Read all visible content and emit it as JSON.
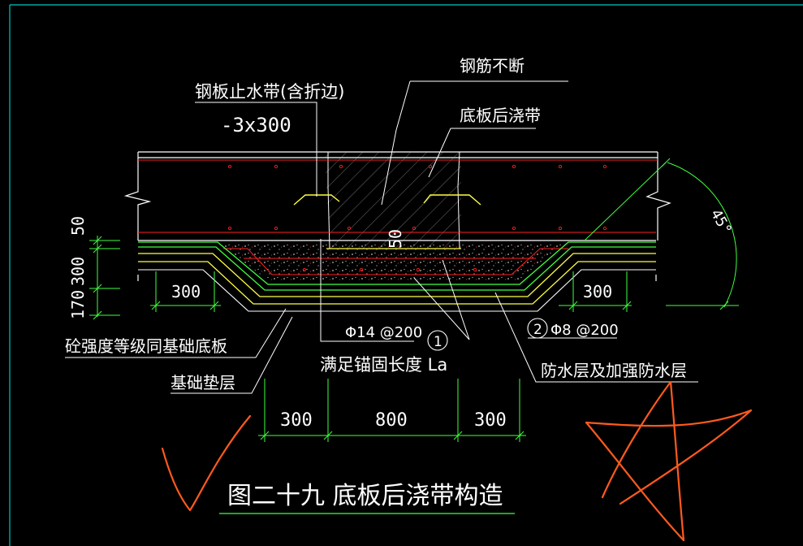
{
  "labels": {
    "steel_plate_waterstop": "钢板止水带(含折边)",
    "plate_size": "-3x300",
    "rebar_continuous": "钢筋不断",
    "post_pour_strip": "底板后浇带",
    "concrete_grade_note": "砼强度等级同基础底板",
    "foundation_cushion": "基础垫层",
    "rebar1": "Φ14 @200",
    "rebar1_no": "1",
    "rebar2": "Φ8 @200",
    "rebar2_no": "2",
    "anchor_length": "满足锚固长度 La",
    "waterproof_layer": "防水层及加强防水层",
    "figure_title": "图二十九  底板后浇带构造"
  },
  "dimensions": {
    "left_50": "50",
    "left_300": "300",
    "left_170": "170",
    "center_50": "50",
    "left_step": "300",
    "right_step": "300",
    "bottom_left": "300",
    "bottom_center": "800",
    "bottom_right": "300",
    "angle": "45°"
  },
  "colors": {
    "background": "#000000",
    "frame": "#00c8c8",
    "slab": "#ffffff",
    "rebar": "#ff2020",
    "waterproof_yellow": "#ffff40",
    "waterproof_green": "#40ff40",
    "dimension": "#40ff40",
    "annotation": "#ff5a1e"
  }
}
